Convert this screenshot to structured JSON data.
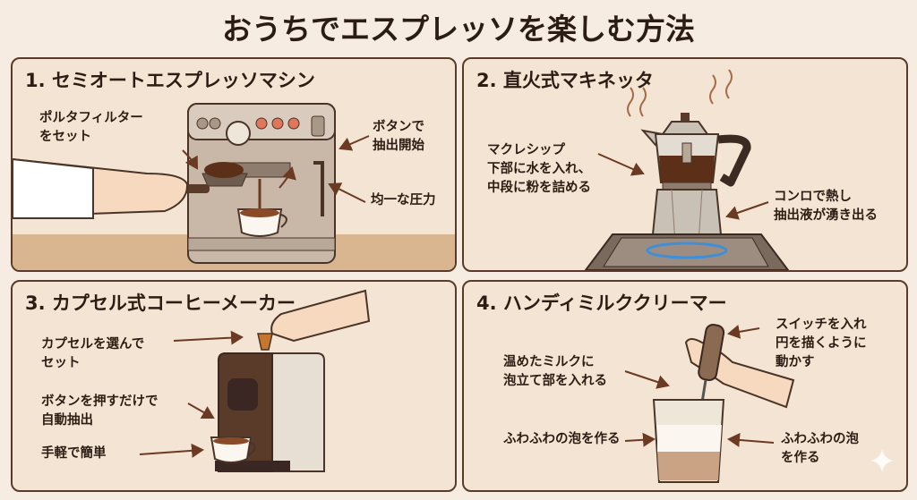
{
  "title": "おうちでエスプレッソを楽しむ方法",
  "panels": [
    {
      "heading": "1. セミオートエスプレッソマシン",
      "labels": {
        "portafilter": "ポルタフィルター\nをセット",
        "button": "ボタンで\n抽出開始",
        "pressure": "均一な圧力"
      }
    },
    {
      "heading": "2. 直火式マキネッタ",
      "labels": {
        "fill": "マクレシップ\n下部に水を入れ、\n中段に粉を詰める",
        "heat": "コンロで熱し\n抽出液が湧き出る"
      }
    },
    {
      "heading": "3. カプセル式コーヒーメーカー",
      "labels": {
        "capsule": "カプセルを選んで\nセット",
        "push": "ボタンを押すだけで\n自動抽出",
        "easy": "手軽で簡単"
      }
    },
    {
      "heading": "4. ハンディミルククリーマー",
      "labels": {
        "switch": "スイッチを入れ\n円を描くように\n動かす",
        "warm": "温めたミルクに\n泡立て部を入れる",
        "foam_left": "ふわふわの泡を作る",
        "foam_right": "ふわふわの泡\nを作る"
      }
    }
  ],
  "colors": {
    "background": "#f6ece1",
    "panel": "#f3e4d3",
    "border": "#5a3a28",
    "arrow": "#6b3a22",
    "coffee": "#5b2f18"
  }
}
